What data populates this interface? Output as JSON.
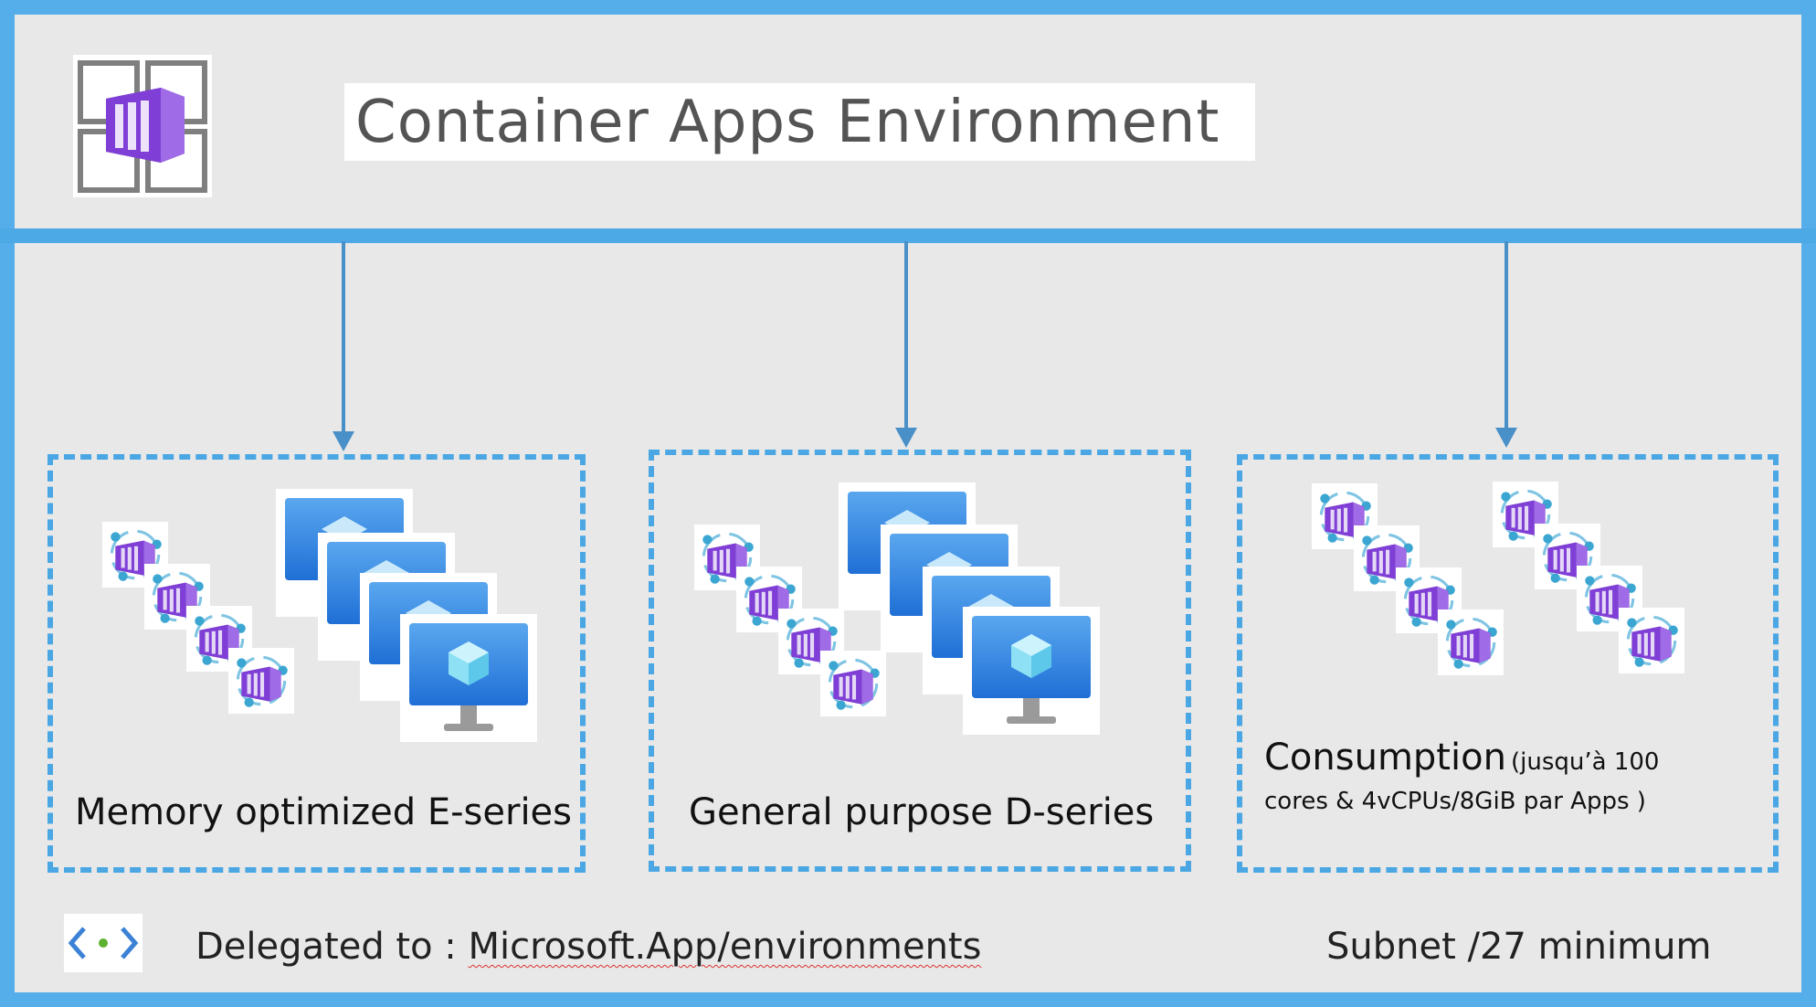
{
  "title": "Container Apps Environment",
  "pools": [
    {
      "name": "Memory optimized E-series"
    },
    {
      "name": "General purpose D-series"
    },
    {
      "name": "Consumption",
      "detail_line1": "(jusqu’à 100",
      "detail_line2": "cores & 4vCPUs/8GiB par Apps )"
    }
  ],
  "footer": {
    "delegated_label": "Delegated to : ",
    "delegated_value": "Microsoft.App/environments",
    "subnet": "Subnet /27 minimum"
  },
  "colors": {
    "frame_border": "#55aee9",
    "dashed_border": "#4aa7e4",
    "connector": "#4a90c8",
    "container_purple": "#7b3fd0",
    "vm_blue": "#1f7fe0"
  },
  "icons": [
    "container-apps-environment-icon",
    "container-app-icon",
    "virtual-machine-icon",
    "virtual-network-icon"
  ]
}
